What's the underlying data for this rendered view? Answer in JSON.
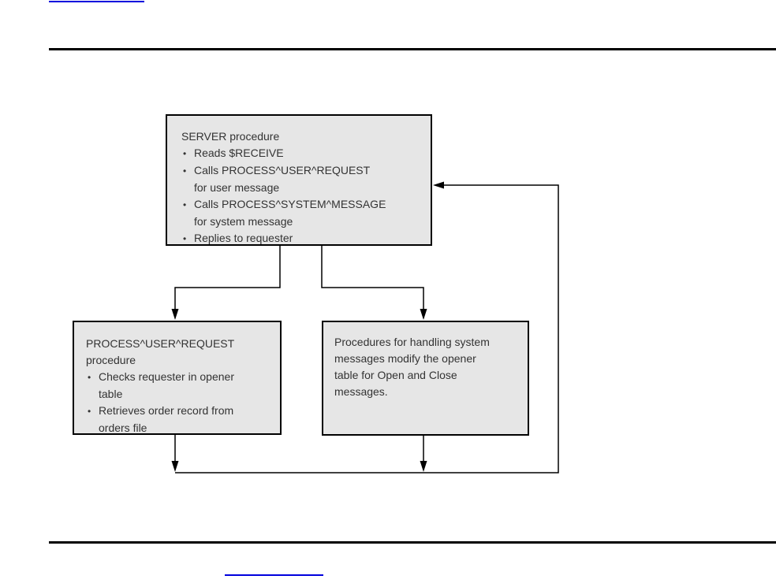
{
  "colors": {
    "rule": "#000000",
    "link_underline": "#0000dd",
    "box_fill": "#e6e6e6",
    "box_border": "#000000",
    "box_text": "#333333",
    "connector": "#000000"
  },
  "diagram": {
    "bullet_char": "•",
    "server_box": {
      "title": "SERVER procedure",
      "lines": [
        {
          "kind": "bullet",
          "text": "Reads $RECEIVE"
        },
        {
          "kind": "bullet",
          "text": "Calls PROCESS^USER^REQUEST"
        },
        {
          "kind": "continuation",
          "text": "for user message"
        },
        {
          "kind": "bullet",
          "text": "Calls PROCESS^SYSTEM^MESSAGE"
        },
        {
          "kind": "continuation",
          "text": "for system message"
        },
        {
          "kind": "bullet",
          "text": "Replies to requester"
        }
      ]
    },
    "user_request_box": {
      "title_line1": "PROCESS^USER^REQUEST",
      "title_line2": "procedure",
      "lines": [
        {
          "kind": "bullet",
          "text": "Checks requester in opener"
        },
        {
          "kind": "continuation",
          "text": "table"
        },
        {
          "kind": "bullet",
          "text": "Retrieves order record from"
        },
        {
          "kind": "continuation",
          "text": "orders file"
        }
      ]
    },
    "system_message_box": {
      "lines": [
        "Procedures for handling system",
        "messages modify the opener",
        "table for Open and Close",
        "messages."
      ]
    }
  }
}
